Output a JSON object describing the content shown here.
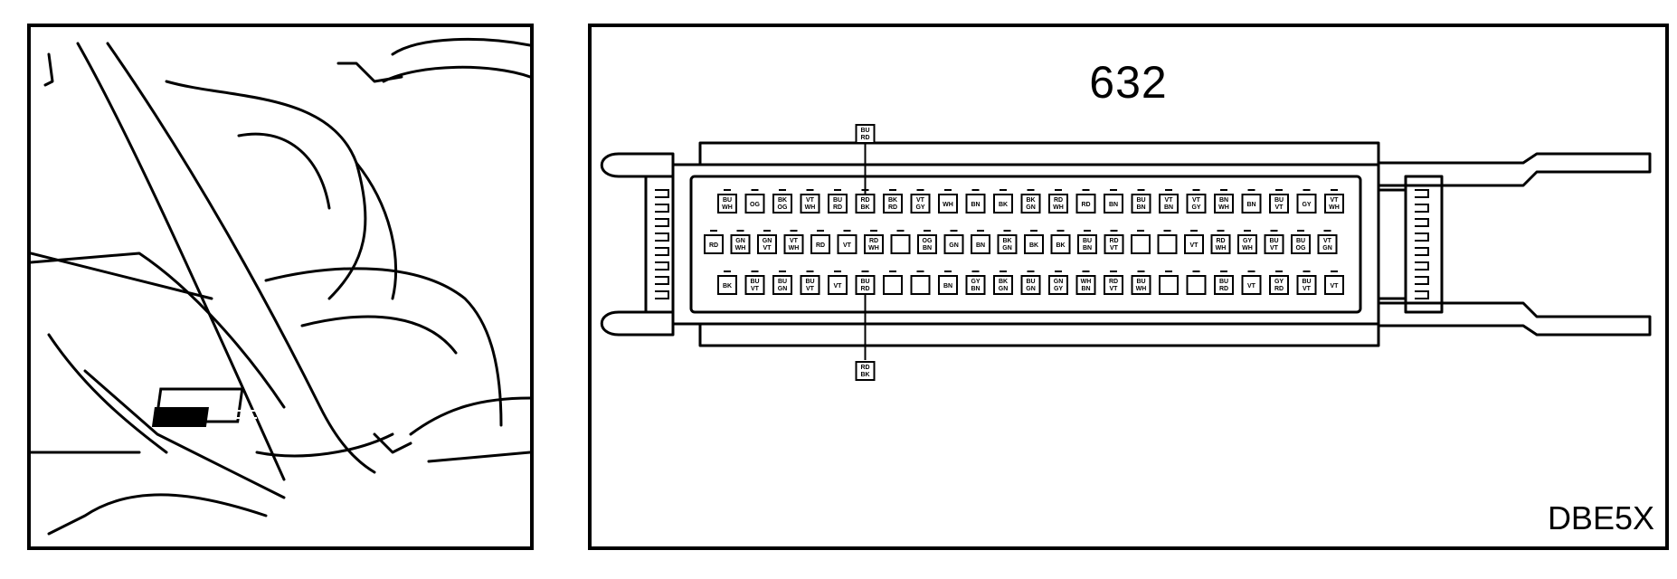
{
  "connector": {
    "number": "632",
    "code": "DBE5X",
    "pin_rows": [
      {
        "row": "top",
        "pins": [
          {
            "label": "",
            "wire": [
              "BU",
              "WH"
            ]
          },
          {
            "label": "",
            "wire": [
              "OG"
            ]
          },
          {
            "label": "",
            "wire": [
              "BK",
              "OG"
            ]
          },
          {
            "label": "",
            "wire": [
              "VT",
              "WH"
            ]
          },
          {
            "label": "",
            "wire": [
              "BU",
              "RD"
            ]
          },
          {
            "label": "",
            "wire": [
              "RD",
              "BK"
            ]
          },
          {
            "label": "",
            "wire": [
              "BK",
              "RD"
            ]
          },
          {
            "label": "",
            "wire": [
              "VT",
              "GY"
            ]
          },
          {
            "label": "",
            "wire": [
              "WH"
            ]
          },
          {
            "label": "",
            "wire": [
              "BN"
            ]
          },
          {
            "label": "",
            "wire": [
              "BK"
            ]
          },
          {
            "label": "",
            "wire": [
              "BK",
              "GN"
            ]
          },
          {
            "label": "",
            "wire": [
              "RD",
              "WH"
            ]
          },
          {
            "label": "",
            "wire": [
              "RD"
            ]
          },
          {
            "label": "",
            "wire": [
              "BN"
            ]
          },
          {
            "label": "",
            "wire": [
              "BU",
              "BN"
            ]
          },
          {
            "label": "",
            "wire": [
              "VT",
              "BN"
            ]
          },
          {
            "label": "",
            "wire": [
              "VT",
              "GY"
            ]
          },
          {
            "label": "",
            "wire": [
              "BN",
              "WH"
            ]
          },
          {
            "label": "",
            "wire": [
              "BN"
            ]
          },
          {
            "label": "",
            "wire": [
              "BU",
              "VT"
            ]
          },
          {
            "label": "",
            "wire": [
              "GY"
            ]
          },
          {
            "label": "",
            "wire": [
              "VT",
              "WH"
            ]
          }
        ]
      },
      {
        "row": "middle",
        "pins": [
          {
            "label": "",
            "wire": [
              "RD"
            ]
          },
          {
            "label": "",
            "wire": [
              "GN",
              "WH"
            ]
          },
          {
            "label": "",
            "wire": [
              "GN",
              "VT"
            ]
          },
          {
            "label": "",
            "wire": [
              "VT",
              "WH"
            ]
          },
          {
            "label": "",
            "wire": [
              "RD"
            ]
          },
          {
            "label": "",
            "wire": [
              "VT"
            ]
          },
          {
            "label": "",
            "wire": [
              "RD",
              "WH"
            ]
          },
          {
            "label": "",
            "wire": []
          },
          {
            "label": "",
            "wire": [
              "OG",
              "BN"
            ]
          },
          {
            "label": "",
            "wire": [
              "GN"
            ]
          },
          {
            "label": "",
            "wire": [
              "BN"
            ]
          },
          {
            "label": "",
            "wire": [
              "BK",
              "GN"
            ]
          },
          {
            "label": "",
            "wire": [
              "BK"
            ]
          },
          {
            "label": "",
            "wire": [
              "BK"
            ]
          },
          {
            "label": "",
            "wire": [
              "BU",
              "BN"
            ]
          },
          {
            "label": "",
            "wire": [
              "RD",
              "VT"
            ]
          },
          {
            "label": "",
            "wire": []
          },
          {
            "label": "",
            "wire": []
          },
          {
            "label": "",
            "wire": [
              "VT"
            ]
          },
          {
            "label": "",
            "wire": [
              "RD",
              "WH"
            ]
          },
          {
            "label": "",
            "wire": [
              "GY",
              "WH"
            ]
          },
          {
            "label": "",
            "wire": [
              "BU",
              "VT"
            ]
          },
          {
            "label": "",
            "wire": [
              "BU",
              "OG"
            ]
          },
          {
            "label": "",
            "wire": [
              "VT",
              "GN"
            ]
          }
        ]
      },
      {
        "row": "bottom",
        "pins": [
          {
            "label": "",
            "wire": [
              "BK"
            ]
          },
          {
            "label": "",
            "wire": [
              "BU",
              "VT"
            ]
          },
          {
            "label": "",
            "wire": [
              "BU",
              "GN"
            ]
          },
          {
            "label": "",
            "wire": [
              "BU",
              "VT"
            ]
          },
          {
            "label": "",
            "wire": [
              "VT"
            ]
          },
          {
            "label": "",
            "wire": [
              "BU",
              "RD"
            ]
          },
          {
            "label": "",
            "wire": []
          },
          {
            "label": "",
            "wire": []
          },
          {
            "label": "",
            "wire": [
              "BN"
            ]
          },
          {
            "label": "",
            "wire": [
              "GY",
              "BN"
            ]
          },
          {
            "label": "",
            "wire": [
              "BK",
              "GN"
            ]
          },
          {
            "label": "",
            "wire": [
              "BU",
              "GN"
            ]
          },
          {
            "label": "",
            "wire": [
              "GN",
              "GY"
            ]
          },
          {
            "label": "",
            "wire": [
              "WH",
              "BN"
            ]
          },
          {
            "label": "",
            "wire": [
              "RD",
              "VT"
            ]
          },
          {
            "label": "",
            "wire": [
              "BU",
              "WH"
            ]
          },
          {
            "label": "",
            "wire": []
          },
          {
            "label": "",
            "wire": []
          },
          {
            "label": "",
            "wire": [
              "BU",
              "RD"
            ]
          },
          {
            "label": "",
            "wire": [
              "VT"
            ]
          },
          {
            "label": "",
            "wire": [
              "GY",
              "RD"
            ]
          },
          {
            "label": "",
            "wire": [
              "BU",
              "VT"
            ]
          },
          {
            "label": "",
            "wire": [
              "VT"
            ]
          }
        ]
      }
    ],
    "callout_top": {
      "wire": [
        "BU",
        "RD"
      ]
    },
    "callout_bottom": {
      "wire": [
        "RD",
        "BK"
      ]
    }
  }
}
